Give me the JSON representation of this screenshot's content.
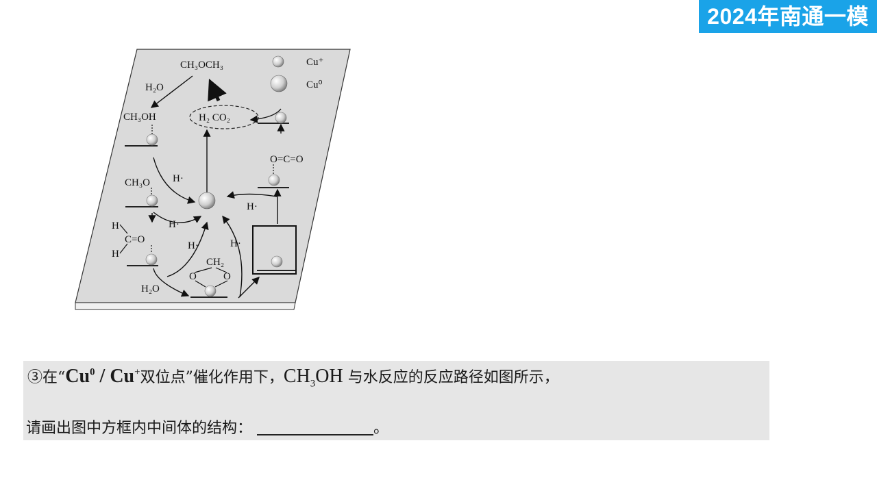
{
  "badge": "2024年南通一模",
  "diagram": {
    "legend": [
      {
        "symbol": "cu-plus",
        "label": "Cu⁺"
      },
      {
        "symbol": "cu-zero",
        "label": "Cu⁰"
      }
    ],
    "labels": {
      "dimethyl_ether": "CH₃OCH₃",
      "water_top": "H₂O",
      "methanol": "CH₃OH",
      "methoxy": "CH₃O",
      "products": "H₂  CO₂",
      "co2_adsorbed": "O=C=O",
      "hydrogen": "H·",
      "formaldehyde_h1": "H",
      "formaldehyde_co": "C=O",
      "formaldehyde_h2": "H",
      "ch2": "CH₂",
      "o_left": "O",
      "o_right": "O",
      "water_bottom": "H₂O"
    }
  },
  "question": {
    "line1_prefix": "③在“",
    "cu0_base": "Cu",
    "cu0_sup": "0",
    "slash": " / ",
    "cu1_base": "Cu",
    "cu1_sup": "+",
    "line1_mid": "双位点”催化作用下，",
    "ch3oh_a": "CH",
    "ch3oh_sub": "3",
    "ch3oh_b": "OH",
    "line1_end": "与水反应的反应路径如图所示，",
    "line2": "请画出图中方框内中间体的结构：",
    "line2_end": "。"
  }
}
